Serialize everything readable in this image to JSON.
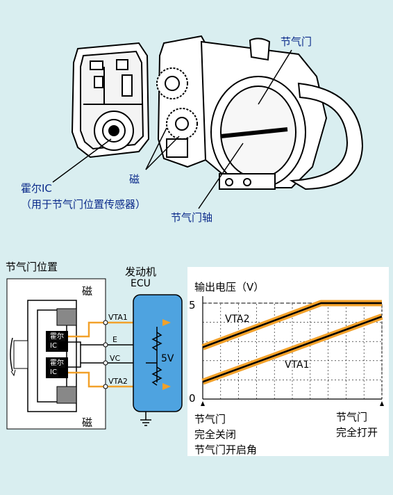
{
  "assembly": {
    "callout_throttle_valve": "节气门",
    "callout_hall_ic": "霍尔IC",
    "callout_hall_ic_sub": "（用于节气门位置传感器）",
    "callout_magnet": "磁",
    "callout_throttle_shaft": "节气门轴"
  },
  "circuit": {
    "sensor_title": "节气门位置",
    "ecu_title_1": "发动机",
    "ecu_title_2": "ECU",
    "magnet_top": "磁",
    "magnet_bottom": "磁",
    "hall_ic_1_a": "霍尔",
    "hall_ic_1_b": "IC",
    "hall_ic_2_a": "霍尔",
    "hall_ic_2_b": "IC",
    "terminals": [
      "VTA1",
      "E",
      "VC",
      "VTA2"
    ],
    "supply_voltage": "5V"
  },
  "chart_data": {
    "type": "line",
    "ylabel": "输出电压（V）",
    "yticks": [
      "5",
      "0"
    ],
    "ylim": [
      0,
      5
    ],
    "x_left_label_1": "节气门",
    "x_left_label_2": "完全关闭",
    "x_right_label_1": "节气门",
    "x_right_label_2": "完全打开",
    "xlabel": "节气门开启角",
    "series": [
      {
        "name": "VTA2",
        "x": [
          0,
          0.66,
          1.0
        ],
        "y": [
          2.7,
          5.0,
          5.0
        ]
      },
      {
        "name": "VTA1",
        "x": [
          0,
          1.0
        ],
        "y": [
          0.9,
          4.3
        ]
      }
    ],
    "colors": {
      "line": "#000000",
      "halo": "#f2a12a",
      "ecu": "#4ea3e0"
    }
  }
}
